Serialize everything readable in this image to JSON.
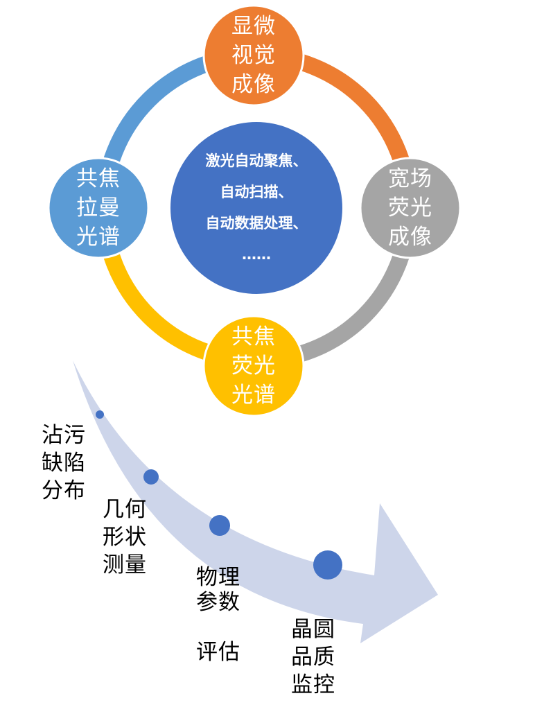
{
  "cycle": {
    "center": {
      "lines": [
        "激光自动聚焦、",
        "自动扫描、",
        "自动数据处理、",
        "……"
      ],
      "color": "#4472C4"
    },
    "nodes": [
      {
        "id": "top",
        "text": "显微\n视觉\n成像",
        "color": "#ED7D31"
      },
      {
        "id": "right",
        "text": "宽场\n荧光\n成像",
        "color": "#A5A5A5"
      },
      {
        "id": "bottom",
        "text": "共焦\n荧光\n光谱",
        "color": "#FFC000"
      },
      {
        "id": "left",
        "text": "共焦\n拉曼\n光谱",
        "color": "#5B9BD5"
      }
    ]
  },
  "process": {
    "arrow_color": "#CDD5EA",
    "dot_color": "#4472C4",
    "stages": [
      {
        "text": "沾污\n缺陷\n分布"
      },
      {
        "text": "几何\n形状\n测量"
      },
      {
        "text": "物理\n参数\n\n评估"
      },
      {
        "text": "晶圆\n品质\n监控"
      }
    ]
  }
}
